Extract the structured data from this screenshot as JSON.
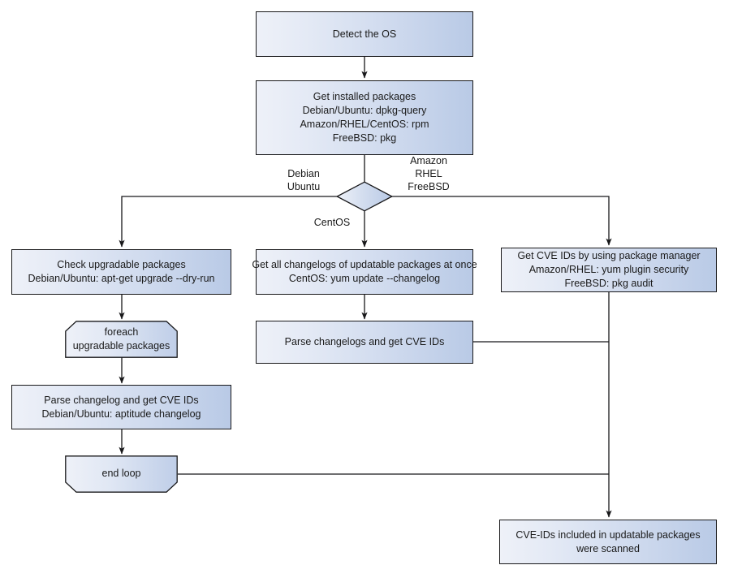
{
  "diagram": {
    "title": "OS package CVE scanning flowchart",
    "colors": {
      "fill_light": "#eef1f8",
      "fill_dark": "#b9cae6",
      "stroke": "#18181a",
      "text": "#1a1a1a"
    },
    "nodes": [
      {
        "id": "detect-os",
        "shape": "process",
        "lines": [
          "Detect the OS"
        ]
      },
      {
        "id": "get-installed-packages",
        "shape": "process",
        "lines": [
          "Get installed packages",
          "Debian/Ubuntu: dpkg-query",
          "Amazon/RHEL/CentOS: rpm",
          "FreeBSD: pkg"
        ]
      },
      {
        "id": "os-decision",
        "shape": "decision",
        "lines": []
      },
      {
        "id": "check-upgradable-packages",
        "shape": "process",
        "lines": [
          "Check upgradable packages",
          "Debian/Ubuntu: apt-get upgrade --dry-run"
        ]
      },
      {
        "id": "get-all-changelogs",
        "shape": "process",
        "lines": [
          "Get all changelogs of updatable packages at once",
          "CentOS: yum update --changelog"
        ]
      },
      {
        "id": "get-cve-ids-package-manager",
        "shape": "process",
        "lines": [
          "Get CVE IDs by using package manager",
          "Amazon/RHEL: yum plugin security",
          "FreeBSD: pkg audit"
        ]
      },
      {
        "id": "foreach-loop-start",
        "shape": "loop-start",
        "lines": [
          "foreach",
          "upgradable  packages"
        ]
      },
      {
        "id": "parse-changelogs-cve-ids",
        "shape": "process",
        "lines": [
          "Parse changelogs and get CVE IDs"
        ]
      },
      {
        "id": "parse-changelog-cve-ids",
        "shape": "process",
        "lines": [
          "Parse changelog and get  CVE IDs",
          "Debian/Ubuntu: aptitude changelog"
        ]
      },
      {
        "id": "end-loop",
        "shape": "loop-end",
        "lines": [
          "end loop"
        ]
      },
      {
        "id": "cve-ids-scanned",
        "shape": "process",
        "lines": [
          "CVE-IDs included in updatable packages",
          "were scanned"
        ]
      }
    ],
    "edge_labels": [
      {
        "id": "branch-debian-ubuntu",
        "lines": [
          "Debian",
          "Ubuntu"
        ]
      },
      {
        "id": "branch-amazon-rhel-freebsd",
        "lines": [
          "Amazon",
          "RHEL",
          "FreeBSD"
        ]
      },
      {
        "id": "branch-centos",
        "lines": [
          "CentOS"
        ]
      }
    ]
  }
}
